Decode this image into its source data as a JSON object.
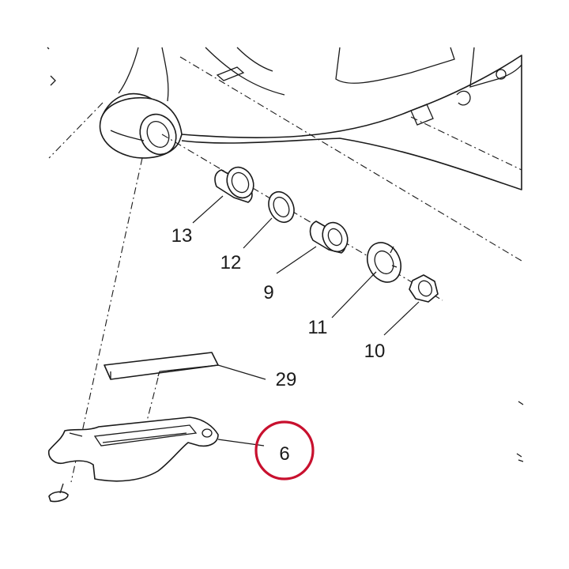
{
  "callouts": {
    "part_13": "13",
    "part_12": "12",
    "part_9": "9",
    "part_11": "11",
    "part_10": "10",
    "part_29": "29",
    "part_6": "6"
  },
  "highlight": {
    "part": "6",
    "color": "#c8102e"
  }
}
